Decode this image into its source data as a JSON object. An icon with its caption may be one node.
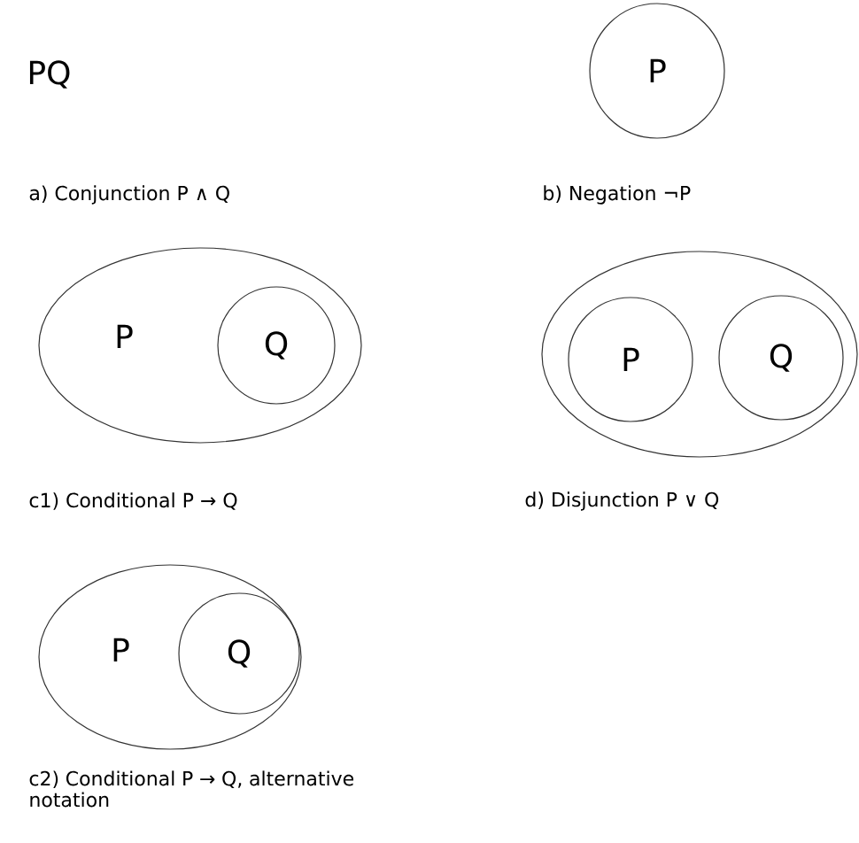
{
  "diagram": {
    "nodes": [
      {
        "text": [
          "P"
        ]
      },
      {
        "text": [
          "P"
        ]
      },
      {
        "text": [
          "Q"
        ],
        "in": 1
      },
      {
        "text": [],
        "shape": "ellipse"
      },
      {
        "text": [
          "P"
        ],
        "in": 3
      },
      {
        "text": [
          "Q"
        ],
        "in": 3
      },
      {
        "text": [
          "P"
        ]
      },
      {
        "text": [
          "Q"
        ],
        "in": 6
      }
    ],
    "labels": [
      "PQ",
      "a) Conjunction P ∧ Q",
      "b) Negation ¬P",
      "c1) Conditional P → Q",
      "d) Disjunction P ∨ Q",
      "c2) Conditional P → Q, alternative notation"
    ]
  }
}
